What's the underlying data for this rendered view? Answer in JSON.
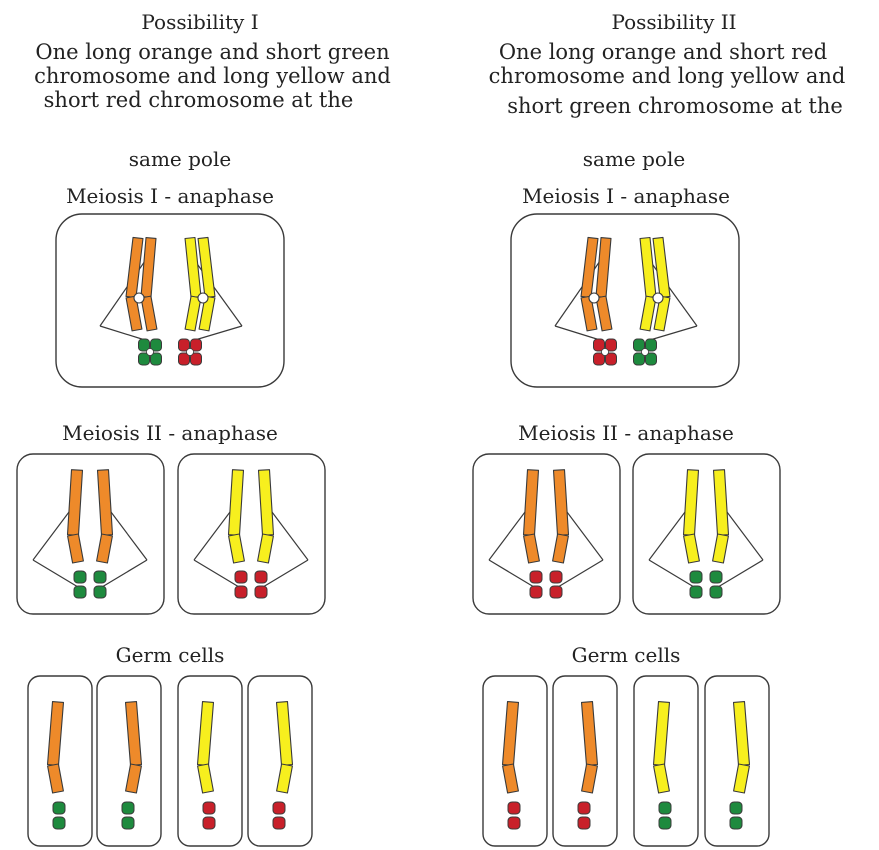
{
  "colors": {
    "orange": "#ee8a2a",
    "yellow": "#f7ef1e",
    "green": "#1e8a3e",
    "red": "#c8202a",
    "outline": "#3a3a3a"
  },
  "possibility1": {
    "title": "Possibility I",
    "description": [
      "One long orange and short green",
      "chromosome and long yellow and",
      "short red chromosome at the"
    ],
    "same_pole": "same pole",
    "meiosis1_label": "Meiosis I - anaphase",
    "meiosis2_label": "Meiosis II - anaphase",
    "germ_label": "Germ cells"
  },
  "possibility2": {
    "title": "Possibility II",
    "description": [
      "One long orange and short red",
      "chromosome and long yellow and",
      "short green chromosome at the"
    ],
    "same_pole": "same pole",
    "meiosis1_label": "Meiosis I - anaphase",
    "meiosis2_label": "Meiosis II - anaphase",
    "germ_label": "Germ cells"
  }
}
